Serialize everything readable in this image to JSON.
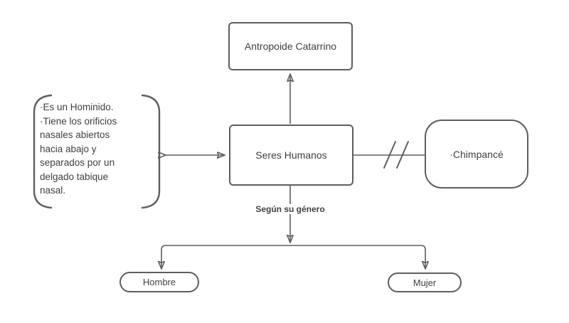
{
  "colors": {
    "stroke": "#5e5e5e",
    "text": "#3f3f3f",
    "bg": "#ffffff"
  },
  "nodes": {
    "antropoide": {
      "label": "Antropoide Catarrino"
    },
    "seres_humanos": {
      "label": "Seres Humanos"
    },
    "hominido_note": {
      "text": "·Es un Hominido.\n·Tiene los orificios\nnasales abiertos\nhacia abajo y\nseparados por un\ndelgado tabique\nnasal."
    },
    "chimpance": {
      "label": "·Chimpancé"
    },
    "hombre": {
      "label": "Hombre"
    },
    "mujer": {
      "label": "Mujer"
    }
  },
  "edge_labels": {
    "segun_genero": "Según su género"
  },
  "icons": {
    "no_relation_slashes": "double-slash"
  }
}
